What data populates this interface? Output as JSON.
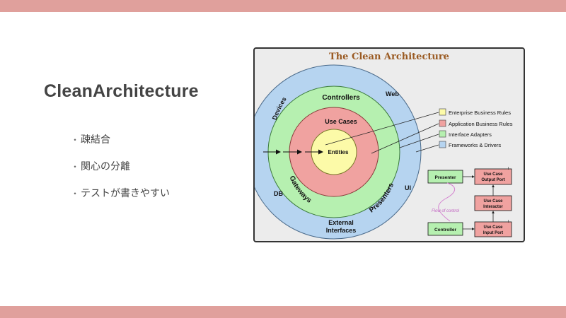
{
  "slide": {
    "title": "CleanArchitecture",
    "bullets": [
      "疎結合",
      "関心の分離",
      "テストが書きやすい"
    ]
  },
  "colors": {
    "band": "#e0a09c",
    "blue_ring": "#b6d4f0",
    "green_ring": "#b6f0b0",
    "red_ring": "#f0a2a0",
    "yellow_core": "#fcfaa8"
  },
  "diagram": {
    "title": "The Clean Architecture",
    "outer_labels": {
      "devices": "Devices",
      "web": "Web",
      "db": "DB",
      "ui": "UI",
      "external": "External",
      "interfaces": "Interfaces"
    },
    "green_labels": {
      "controllers": "Controllers",
      "gateways": "Gateways",
      "presenters": "Presenters"
    },
    "red_label": "Use Cases",
    "core_label": "Entities",
    "legend": [
      {
        "label": "Enterprise Business Rules",
        "color": "#fcfaa8"
      },
      {
        "label": "Application Business Rules",
        "color": "#f0a2a0"
      },
      {
        "label": "Interface Adapters",
        "color": "#b6f0b0"
      },
      {
        "label": "Frameworks & Drivers",
        "color": "#b6d4f0"
      }
    ],
    "flow": {
      "presenter": "Presenter",
      "output_port": [
        "Use Case",
        "Output Port"
      ],
      "interactor": [
        "Use Case",
        "Interactor"
      ],
      "controller": "Controller",
      "input_port": [
        "Use Case",
        "Input Port"
      ],
      "flow_label": "Flow of control",
      "i_marker": "I"
    }
  }
}
